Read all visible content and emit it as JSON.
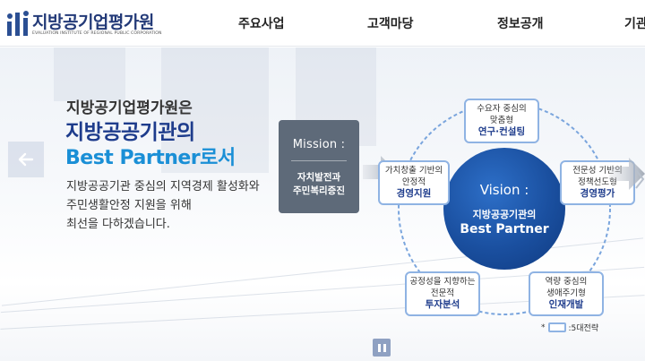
{
  "header": {
    "logo_kr": "지방공기업평가원",
    "logo_en": "EVALUATION INSTITUTE OF REGIONAL PUBLIC CORPORATION",
    "brand_color": "#233a78"
  },
  "nav": {
    "items": [
      {
        "label": "주요사업"
      },
      {
        "label": "고객마당"
      },
      {
        "label": "정보공개"
      },
      {
        "label": "기관"
      }
    ]
  },
  "hero": {
    "line1": "지방공기업평가원은",
    "line2": "지방공공기관의",
    "line3": "Best Partner로서",
    "desc": [
      "지방공공기관 중심의 지역경제 활성화와",
      "주민생활안정 지원을 위해",
      "최선을 다하겠습니다."
    ],
    "mission": {
      "title": "Mission :",
      "text_line1": "자치발전과",
      "text_line2": "주민복리증진"
    },
    "vision": {
      "title": "Vision :",
      "sub": "지방공공기관의",
      "main": "Best Partner"
    },
    "strategies": [
      {
        "l1": "수요자 중심의",
        "l2": "맞춤형",
        "l3": "연구·컨설팅"
      },
      {
        "l1": "가치창출 기반의",
        "l2": "안정적",
        "l3": "경영지원"
      },
      {
        "l1": "전문성 기반의",
        "l2": "정책선도형",
        "l3": "경영평가"
      },
      {
        "l1": "공정성을 지향하는",
        "l2": "전문적",
        "l3": "투자분석"
      },
      {
        "l1": "역량 중심의",
        "l2": "생애주기형",
        "l3": "인재개발"
      }
    ],
    "legend": {
      "prefix": "*",
      "label": ":5대전략"
    },
    "colors": {
      "mission_bg": "#5e6a79",
      "vision_bg": "#1a4f9f",
      "strategy_border": "#8fb3e3",
      "accent_blue": "#1a8fd6"
    },
    "icons": {
      "prev": "arrow-left-icon",
      "pause": "pause-icon",
      "next": "chevron-right-icon"
    }
  }
}
